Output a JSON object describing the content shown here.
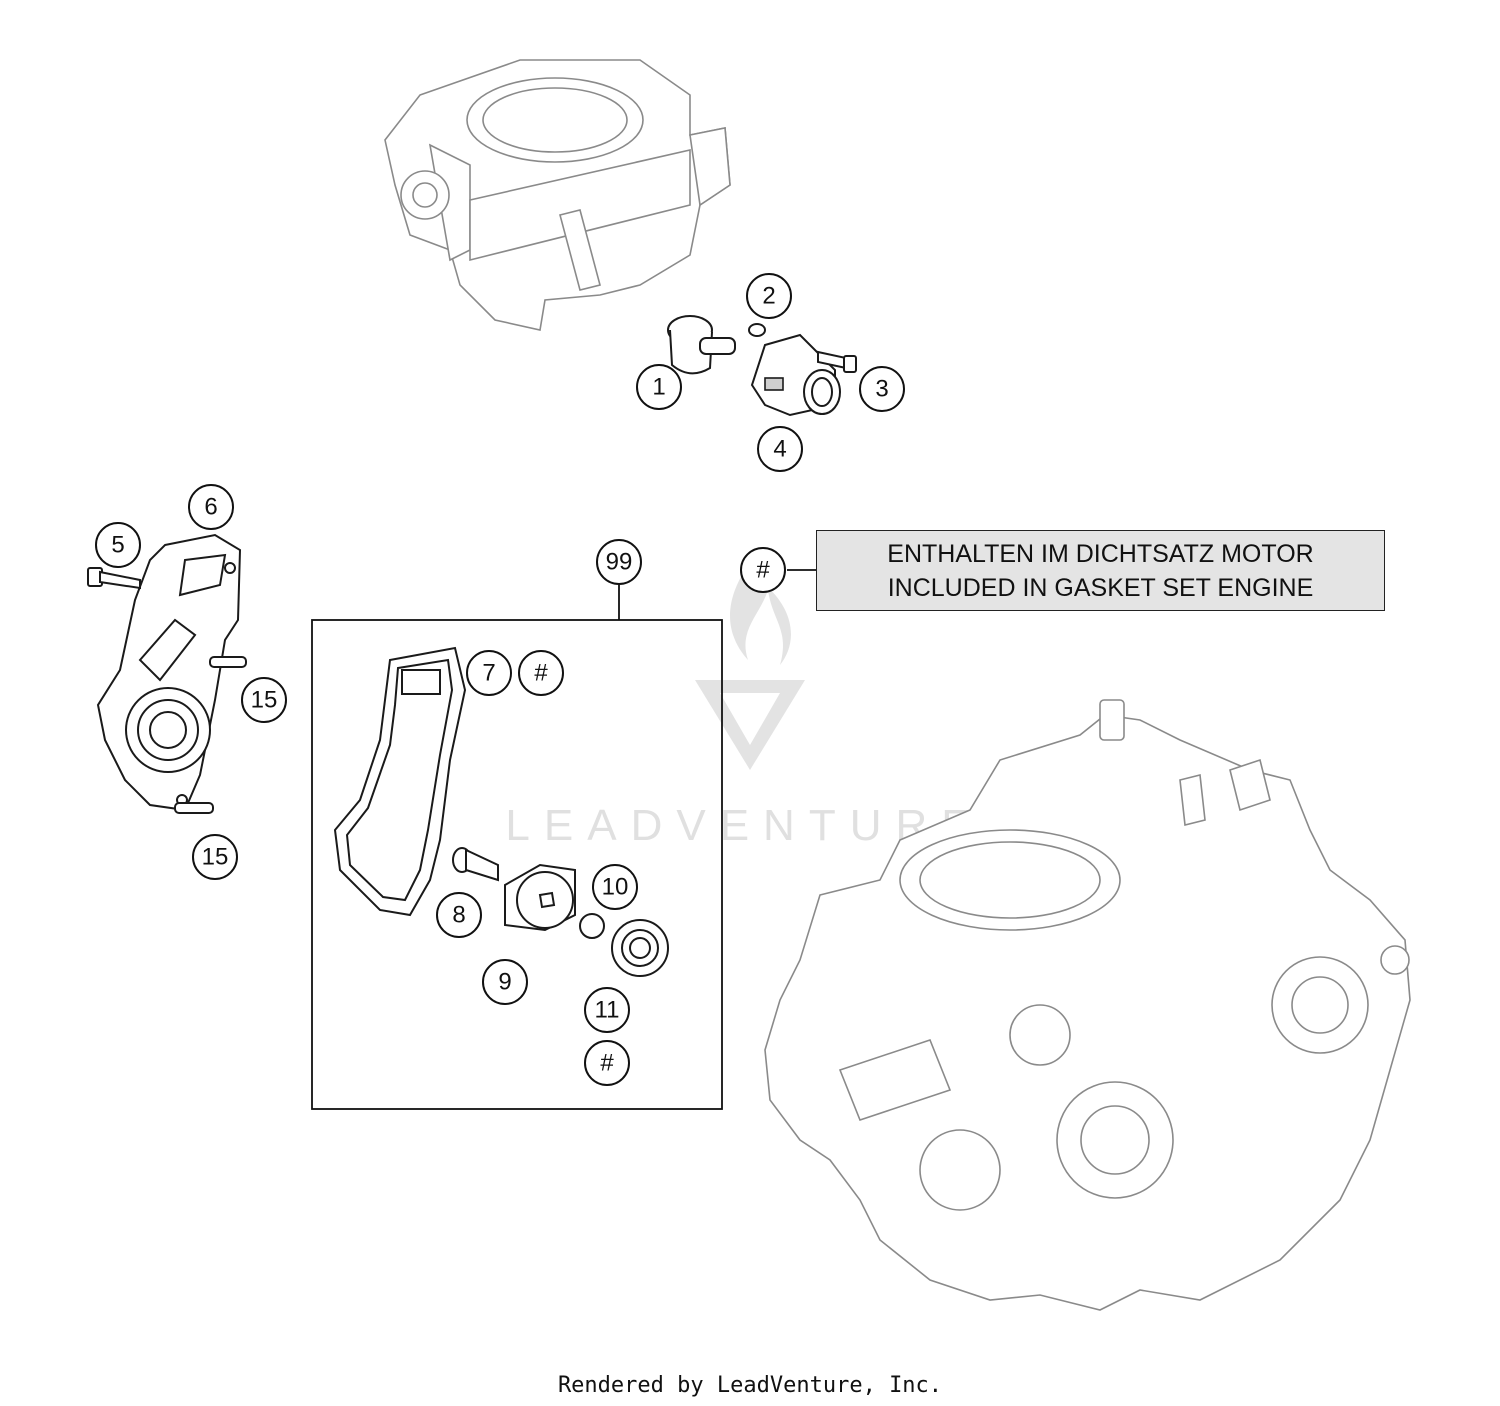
{
  "callouts": {
    "c1": "1",
    "c2": "2",
    "c3": "3",
    "c4": "4",
    "c5": "5",
    "c6": "6",
    "c7": "7",
    "c7h": "#",
    "c8": "8",
    "c9": "9",
    "c10": "10",
    "c11": "11",
    "c11h": "#",
    "c15a": "15",
    "c15b": "15",
    "c99": "99",
    "legend_marker": "#"
  },
  "legend": {
    "line1": "ENTHALTEN IM DICHTSATZ MOTOR",
    "line2": "INCLUDED IN GASKET SET ENGINE"
  },
  "watermark": {
    "text": "LEADVENTURE"
  },
  "footer": {
    "text": "Rendered by LeadVenture, Inc."
  },
  "colors": {
    "line": "#111111",
    "part_outline": "#8a8a8a",
    "legend_bg": "#e4e4e4",
    "watermark": "#e0e0e0"
  }
}
